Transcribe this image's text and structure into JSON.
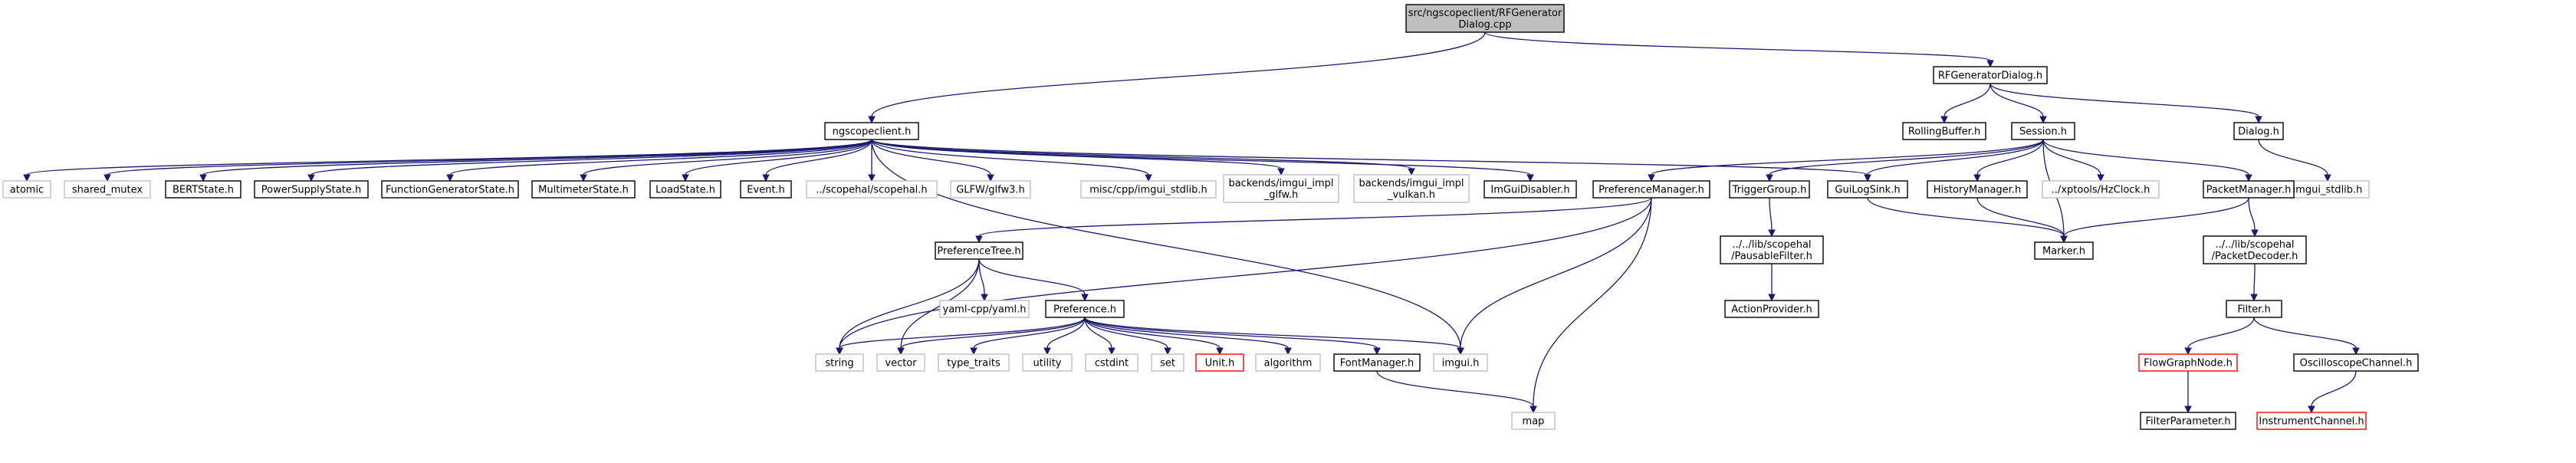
{
  "colors": {
    "edge": "#191970",
    "root_fill": "#bfbfbf",
    "documented_border": "#000000",
    "external_border": "#bfbfbf",
    "undocumented_border": "#ff0000",
    "node_fill": "#ffffff"
  },
  "nodes": [
    {
      "id": "root",
      "lines": [
        "src/ngscopeclient/RFGenerator",
        "Dialog.cpp"
      ],
      "kind": "root"
    },
    {
      "id": "ngscopeclient_h",
      "lines": [
        "ngscopeclient.h"
      ],
      "kind": "documented"
    },
    {
      "id": "RFGeneratorDialog_h",
      "lines": [
        "RFGeneratorDialog.h"
      ],
      "kind": "documented"
    },
    {
      "id": "atomic",
      "lines": [
        "atomic"
      ],
      "kind": "external"
    },
    {
      "id": "shared_mutex",
      "lines": [
        "shared_mutex"
      ],
      "kind": "external"
    },
    {
      "id": "BERTState_h",
      "lines": [
        "BERTState.h"
      ],
      "kind": "documented"
    },
    {
      "id": "PowerSupplyState_h",
      "lines": [
        "PowerSupplyState.h"
      ],
      "kind": "documented"
    },
    {
      "id": "FunctionGeneratorState_h",
      "lines": [
        "FunctionGeneratorState.h"
      ],
      "kind": "documented"
    },
    {
      "id": "MultimeterState_h",
      "lines": [
        "MultimeterState.h"
      ],
      "kind": "documented"
    },
    {
      "id": "LoadState_h",
      "lines": [
        "LoadState.h"
      ],
      "kind": "documented"
    },
    {
      "id": "Event_h",
      "lines": [
        "Event.h"
      ],
      "kind": "documented"
    },
    {
      "id": "scopehal_h",
      "lines": [
        "../scopehal/scopehal.h"
      ],
      "kind": "external"
    },
    {
      "id": "glfw3_h",
      "lines": [
        "GLFW/glfw3.h"
      ],
      "kind": "external"
    },
    {
      "id": "imgui_stdlib_misc",
      "lines": [
        "misc/cpp/imgui_stdlib.h"
      ],
      "kind": "external"
    },
    {
      "id": "imgui_impl_glfw",
      "lines": [
        "backends/imgui_impl",
        "_glfw.h"
      ],
      "kind": "external"
    },
    {
      "id": "imgui_impl_vulkan",
      "lines": [
        "backends/imgui_impl",
        "_vulkan.h"
      ],
      "kind": "external"
    },
    {
      "id": "ImGuiDisabler_h",
      "lines": [
        "ImGuiDisabler.h"
      ],
      "kind": "documented"
    },
    {
      "id": "GuiLogSink_h",
      "lines": [
        "GuiLogSink.h"
      ],
      "kind": "documented"
    },
    {
      "id": "RollingBuffer_h",
      "lines": [
        "RollingBuffer.h"
      ],
      "kind": "documented"
    },
    {
      "id": "Session_h",
      "lines": [
        "Session.h"
      ],
      "kind": "documented"
    },
    {
      "id": "Dialog_h",
      "lines": [
        "Dialog.h"
      ],
      "kind": "documented"
    },
    {
      "id": "imgui_stdlib_h",
      "lines": [
        "imgui_stdlib.h"
      ],
      "kind": "external"
    },
    {
      "id": "PreferenceManager_h",
      "lines": [
        "PreferenceManager.h"
      ],
      "kind": "documented"
    },
    {
      "id": "TriggerGroup_h",
      "lines": [
        "TriggerGroup.h"
      ],
      "kind": "documented"
    },
    {
      "id": "HistoryManager_h",
      "lines": [
        "HistoryManager.h"
      ],
      "kind": "documented"
    },
    {
      "id": "HzClock_h",
      "lines": [
        "../xptools/HzClock.h"
      ],
      "kind": "external"
    },
    {
      "id": "PacketManager_h",
      "lines": [
        "PacketManager.h"
      ],
      "kind": "documented"
    },
    {
      "id": "Marker_h",
      "lines": [
        "Marker.h"
      ],
      "kind": "documented"
    },
    {
      "id": "PreferenceTree_h",
      "lines": [
        "PreferenceTree.h"
      ],
      "kind": "documented"
    },
    {
      "id": "PausableFilter_h",
      "lines": [
        "../../lib/scopehal",
        "/PausableFilter.h"
      ],
      "kind": "documented"
    },
    {
      "id": "PacketDecoder_h",
      "lines": [
        "../../lib/scopehal",
        "/PacketDecoder.h"
      ],
      "kind": "documented"
    },
    {
      "id": "ActionProvider_h",
      "lines": [
        "ActionProvider.h"
      ],
      "kind": "documented"
    },
    {
      "id": "Filter_h",
      "lines": [
        "Filter.h"
      ],
      "kind": "documented"
    },
    {
      "id": "yaml_h",
      "lines": [
        "yaml-cpp/yaml.h"
      ],
      "kind": "external"
    },
    {
      "id": "Preference_h",
      "lines": [
        "Preference.h"
      ],
      "kind": "documented"
    },
    {
      "id": "string",
      "lines": [
        "string"
      ],
      "kind": "external"
    },
    {
      "id": "vector",
      "lines": [
        "vector"
      ],
      "kind": "external"
    },
    {
      "id": "type_traits",
      "lines": [
        "type_traits"
      ],
      "kind": "external"
    },
    {
      "id": "utility",
      "lines": [
        "utility"
      ],
      "kind": "external"
    },
    {
      "id": "cstdint",
      "lines": [
        "cstdint"
      ],
      "kind": "external"
    },
    {
      "id": "set",
      "lines": [
        "set"
      ],
      "kind": "external"
    },
    {
      "id": "Unit_h",
      "lines": [
        "Unit.h"
      ],
      "kind": "undocumented"
    },
    {
      "id": "algorithm",
      "lines": [
        "algorithm"
      ],
      "kind": "external"
    },
    {
      "id": "FontManager_h",
      "lines": [
        "FontManager.h"
      ],
      "kind": "documented"
    },
    {
      "id": "imgui_h",
      "lines": [
        "imgui.h"
      ],
      "kind": "external"
    },
    {
      "id": "map",
      "lines": [
        "map"
      ],
      "kind": "external"
    },
    {
      "id": "FlowGraphNode_h",
      "lines": [
        "FlowGraphNode.h"
      ],
      "kind": "undocumented"
    },
    {
      "id": "OscilloscopeChannel_h",
      "lines": [
        "OscilloscopeChannel.h"
      ],
      "kind": "documented"
    },
    {
      "id": "FilterParameter_h",
      "lines": [
        "FilterParameter.h"
      ],
      "kind": "documented"
    },
    {
      "id": "InstrumentChannel_h",
      "lines": [
        "InstrumentChannel.h"
      ],
      "kind": "undocumented"
    }
  ],
  "edges": [
    [
      "root",
      "ngscopeclient_h"
    ],
    [
      "root",
      "RFGeneratorDialog_h"
    ],
    [
      "ngscopeclient_h",
      "atomic"
    ],
    [
      "ngscopeclient_h",
      "shared_mutex"
    ],
    [
      "ngscopeclient_h",
      "BERTState_h"
    ],
    [
      "ngscopeclient_h",
      "PowerSupplyState_h"
    ],
    [
      "ngscopeclient_h",
      "FunctionGeneratorState_h"
    ],
    [
      "ngscopeclient_h",
      "MultimeterState_h"
    ],
    [
      "ngscopeclient_h",
      "LoadState_h"
    ],
    [
      "ngscopeclient_h",
      "Event_h"
    ],
    [
      "ngscopeclient_h",
      "scopehal_h"
    ],
    [
      "ngscopeclient_h",
      "glfw3_h"
    ],
    [
      "ngscopeclient_h",
      "imgui_stdlib_misc"
    ],
    [
      "ngscopeclient_h",
      "imgui_impl_glfw"
    ],
    [
      "ngscopeclient_h",
      "imgui_impl_vulkan"
    ],
    [
      "ngscopeclient_h",
      "ImGuiDisabler_h"
    ],
    [
      "ngscopeclient_h",
      "GuiLogSink_h"
    ],
    [
      "ngscopeclient_h",
      "imgui_h"
    ],
    [
      "RFGeneratorDialog_h",
      "RollingBuffer_h"
    ],
    [
      "RFGeneratorDialog_h",
      "Session_h"
    ],
    [
      "RFGeneratorDialog_h",
      "Dialog_h"
    ],
    [
      "Dialog_h",
      "imgui_stdlib_h"
    ],
    [
      "Session_h",
      "PreferenceManager_h"
    ],
    [
      "Session_h",
      "TriggerGroup_h"
    ],
    [
      "Session_h",
      "GuiLogSink_h"
    ],
    [
      "Session_h",
      "HistoryManager_h"
    ],
    [
      "Session_h",
      "HzClock_h"
    ],
    [
      "Session_h",
      "PacketManager_h"
    ],
    [
      "Session_h",
      "Marker_h"
    ],
    [
      "GuiLogSink_h",
      "Marker_h"
    ],
    [
      "HistoryManager_h",
      "Marker_h"
    ],
    [
      "PacketManager_h",
      "Marker_h"
    ],
    [
      "PacketManager_h",
      "PacketDecoder_h"
    ],
    [
      "TriggerGroup_h",
      "PausableFilter_h"
    ],
    [
      "PausableFilter_h",
      "ActionProvider_h"
    ],
    [
      "PacketDecoder_h",
      "Filter_h"
    ],
    [
      "Filter_h",
      "FlowGraphNode_h"
    ],
    [
      "Filter_h",
      "OscilloscopeChannel_h"
    ],
    [
      "FlowGraphNode_h",
      "FilterParameter_h"
    ],
    [
      "OscilloscopeChannel_h",
      "InstrumentChannel_h"
    ],
    [
      "PreferenceManager_h",
      "PreferenceTree_h"
    ],
    [
      "PreferenceManager_h",
      "string"
    ],
    [
      "PreferenceManager_h",
      "imgui_h"
    ],
    [
      "PreferenceManager_h",
      "map"
    ],
    [
      "PreferenceTree_h",
      "yaml_h"
    ],
    [
      "PreferenceTree_h",
      "Preference_h"
    ],
    [
      "PreferenceTree_h",
      "string"
    ],
    [
      "PreferenceTree_h",
      "vector"
    ],
    [
      "Preference_h",
      "string"
    ],
    [
      "Preference_h",
      "vector"
    ],
    [
      "Preference_h",
      "type_traits"
    ],
    [
      "Preference_h",
      "utility"
    ],
    [
      "Preference_h",
      "cstdint"
    ],
    [
      "Preference_h",
      "set"
    ],
    [
      "Preference_h",
      "Unit_h"
    ],
    [
      "Preference_h",
      "algorithm"
    ],
    [
      "Preference_h",
      "FontManager_h"
    ],
    [
      "Preference_h",
      "imgui_h"
    ],
    [
      "FontManager_h",
      "map"
    ]
  ]
}
